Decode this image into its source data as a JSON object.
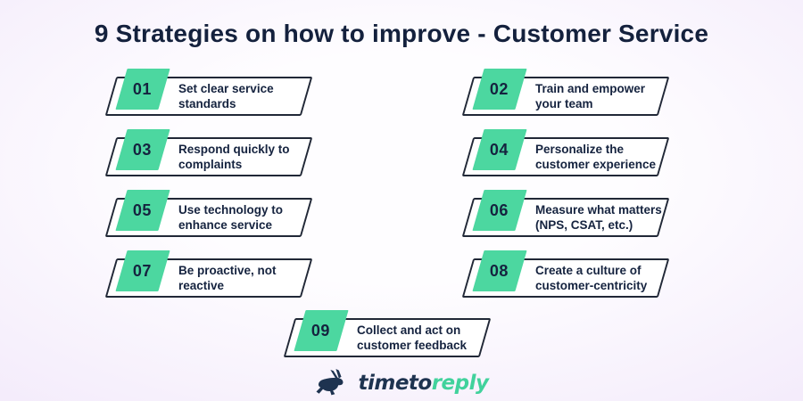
{
  "title": "9 Strategies on how to improve - Customer Service",
  "items": [
    {
      "number": "01",
      "lines": [
        "Set clear service",
        "standards"
      ]
    },
    {
      "number": "02",
      "lines": [
        "Train and empower",
        "your team"
      ]
    },
    {
      "number": "03",
      "lines": [
        "Respond quickly to",
        "complaints"
      ]
    },
    {
      "number": "04",
      "lines": [
        "Personalize the",
        "customer experience"
      ]
    },
    {
      "number": "05",
      "lines": [
        "Use technology to",
        "enhance service"
      ]
    },
    {
      "number": "06",
      "lines": [
        "Measure what matters",
        "(NPS, CSAT, etc.)"
      ]
    },
    {
      "number": "07",
      "lines": [
        "Be proactive, not",
        "reactive"
      ]
    },
    {
      "number": "08",
      "lines": [
        "Create a culture of",
        "customer-centricity"
      ]
    },
    {
      "number": "09",
      "lines": [
        "Collect and act on",
        "customer feedback"
      ]
    }
  ],
  "logo": {
    "brand_primary": "timeto",
    "brand_accent": "reply",
    "icon": "rabbit-icon"
  },
  "colors": {
    "accent_green": "#4CD7A0",
    "navy_text": "#15233F",
    "box_border": "#212837",
    "background_edge": "#E9DCF8",
    "logo_navy": "#1E3350",
    "logo_green": "#41D29C"
  }
}
